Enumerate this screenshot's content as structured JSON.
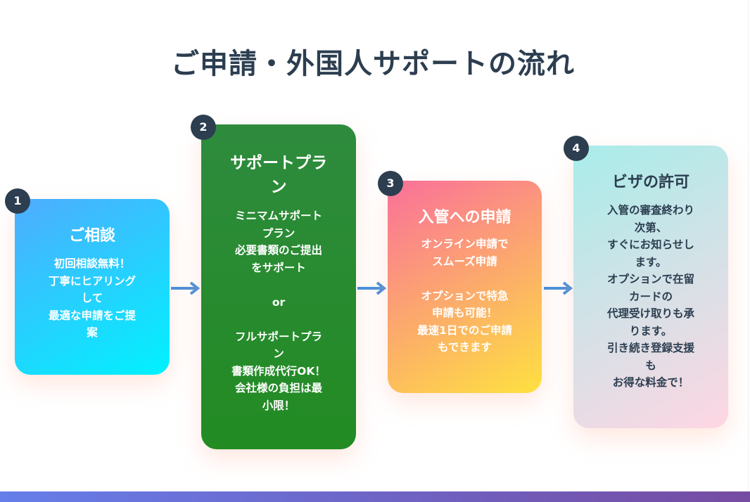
{
  "title": "ご申請・外国人サポートの流れ",
  "colors": {
    "title": "#2c3e50",
    "badge": "#2c3e50",
    "arrow": "#4a90d9",
    "footer_gradient": [
      "#667eea",
      "#764ba2"
    ]
  },
  "steps": [
    {
      "number": "1",
      "title": "ご相談",
      "body": "初回相談無料！\n丁寧にヒアリング\nして\n最適な申請をご提\n案",
      "gradient": [
        "#4facfe",
        "#00f2fe"
      ]
    },
    {
      "number": "2",
      "title": "サポートプラ\nン",
      "body": "ミニマムサポート\nプラン\n必要書類のご提出\nをサポート\n\nor\n\nフルサポートプラ\nン\n書類作成代行OK！\n会社様の負担は最\n小限！",
      "gradient": [
        "#2e8b3e",
        "#228b22"
      ]
    },
    {
      "number": "3",
      "title": "入管への申請",
      "body": "オンライン申請で\nスムーズ申請\n\nオプションで特急\n申請も可能！\n最速1日でのご申請\nもできます",
      "gradient": [
        "#fa709a",
        "#fee140"
      ]
    },
    {
      "number": "4",
      "title": "ビザの許可",
      "body": "入管の審査終わり\n次第、\nすぐにお知らせし\nます。\nオプションで在留\nカードの\n代理受け取りも承\nります。\n引き続き登録支援\nも\nお得な料金で！",
      "gradient": [
        "#a8edea",
        "#fed6e3"
      ]
    }
  ],
  "icons": {
    "arrow": "arrow-right-icon"
  }
}
